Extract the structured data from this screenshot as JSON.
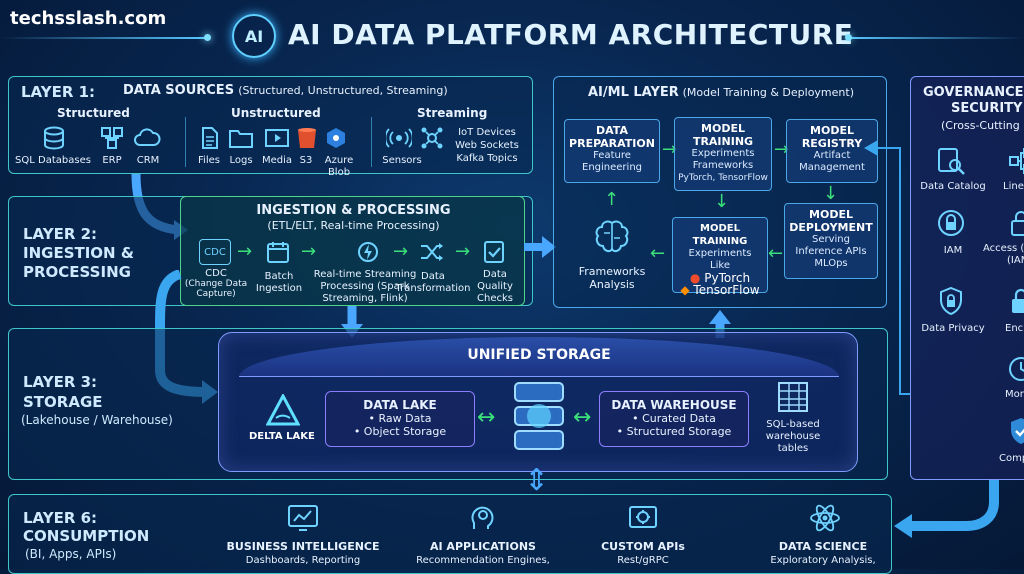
{
  "site": "techsslash.com",
  "title": "AI DATA PLATFORM ARCHITECTURE",
  "logo_text": "AI",
  "layer1": {
    "heading": "LAYER 1:",
    "title": "DATA SOURCES",
    "subtitle": "(Structured, Unstructured, Streaming)",
    "groups": [
      {
        "name": "Structured",
        "items": [
          "SQL Databases",
          "ERP",
          "CRM"
        ]
      },
      {
        "name": "Unstructured",
        "items": [
          "Files",
          "Logs",
          "Media",
          "S3",
          "Azure Blob"
        ]
      },
      {
        "name": "Streaming",
        "items": [
          "Sensors",
          "IoT Devices",
          "Web Sockets",
          "Kafka Topics"
        ]
      }
    ]
  },
  "layer2": {
    "heading1": "LAYER 2:",
    "heading2": "INGESTION &",
    "heading3": "PROCESSING",
    "box_title": "INGESTION & PROCESSING",
    "box_sub": "(ETL/ELT, Real-time Processing)",
    "cdc_badge": "CDC",
    "steps": [
      {
        "l1": "CDC",
        "l2": "(Change Data",
        "l3": "Capture)"
      },
      {
        "l1": "Batch",
        "l2": "Ingestion",
        "l3": ""
      },
      {
        "l1": "Real-time Streaming",
        "l2": "Processing (Spark",
        "l3": "Streaming, Flink)"
      },
      {
        "l1": "Data",
        "l2": "Transformation",
        "l3": ""
      },
      {
        "l1": "Data",
        "l2": "Quality",
        "l3": "Checks"
      }
    ]
  },
  "aiml": {
    "title": "AI/ML LAYER",
    "subtitle": "(Model Training & Deployment)",
    "prep": {
      "t1": "DATA",
      "t2": "PREPARATION",
      "s1": "Feature",
      "s2": "Engineering"
    },
    "training": {
      "t1": "MODEL",
      "t2": "TRAINING",
      "s1": "Experiments",
      "s2": "Frameworks",
      "s3": "PyTorch, TensorFlow"
    },
    "registry": {
      "t1": "MODEL",
      "t2": "REGISTRY",
      "s1": "Artifact",
      "s2": "Management"
    },
    "training2": {
      "t1": "MODEL TRAINING",
      "s1": "Experiments",
      "s2": "Like",
      "s3": "PyTorch",
      "s4": "TensorFlow"
    },
    "deploy": {
      "t1": "MODEL",
      "t2": "DEPLOYMENT",
      "s1": "Serving",
      "s2": "Inference APIs",
      "s3": "MLOps"
    },
    "frameworks": {
      "s1": "Frameworks",
      "s2": "Analysis"
    }
  },
  "governance": {
    "title1": "GOVERNANCE",
    "title2": "SECURITY",
    "subtitle": "(Cross-Cutting",
    "items": [
      "Data Catalog",
      "Linea",
      "IAM",
      "Access (",
      "(IAM",
      "Data Privacy",
      "Encryp",
      "Monito",
      "Compli"
    ]
  },
  "layer3": {
    "heading1": "LAYER 3:",
    "heading2": "STORAGE",
    "heading3": "(Lakehouse / Warehouse)",
    "unified": "UNIFIED STORAGE",
    "delta": "DELTA LAKE",
    "lake": {
      "title": "DATA LAKE",
      "i1": "• Raw Data",
      "i2": "• Object Storage"
    },
    "warehouse": {
      "title": "DATA WAREHOUSE",
      "i1": "• Curated Data",
      "i2": "• Structured Storage"
    },
    "sql": {
      "l1": "SQL-based",
      "l2": "warehouse",
      "l3": "tables"
    }
  },
  "layer6": {
    "heading1": "LAYER 6:",
    "heading2": "CONSUMPTION",
    "heading3": "(BI, Apps, APIs)",
    "items": [
      {
        "title": "BUSINESS INTELLIGENCE",
        "sub": "Dashboards, Reporting"
      },
      {
        "title": "AI APPLICATIONS",
        "sub": "Recommendation Engines,"
      },
      {
        "title": "CUSTOM APIs",
        "sub": "Rest/gRPC"
      },
      {
        "title": "DATA SCIENCE",
        "sub": "Exploratory Analysis,"
      }
    ]
  }
}
